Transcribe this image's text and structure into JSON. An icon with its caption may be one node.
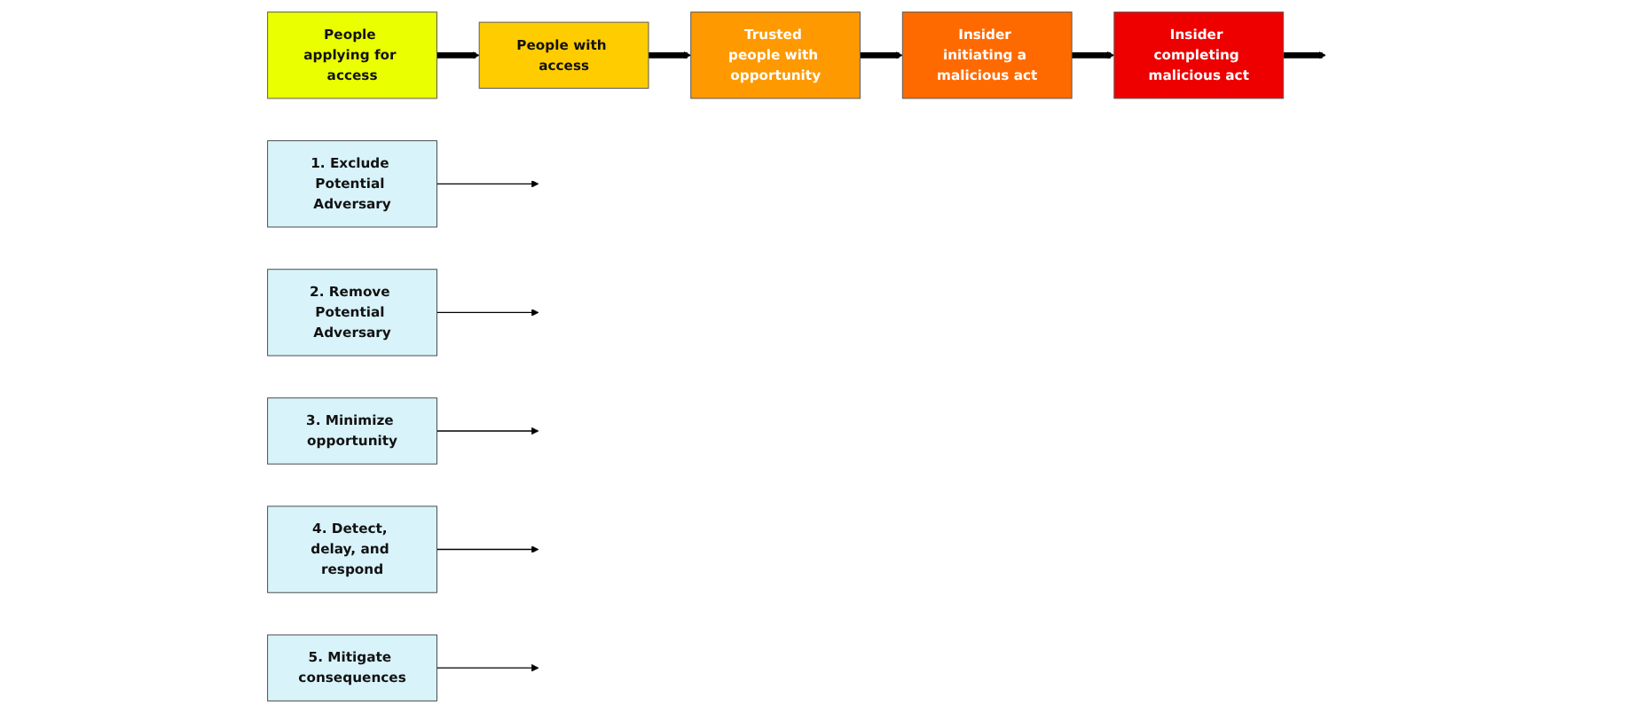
{
  "diagram": {
    "nodes": [
      {
        "text": [
          "People applying for access"
        ]
      },
      {
        "text": [
          "1. Exclude Potential Adversary"
        ]
      },
      {
        "text": [
          "People with access"
        ]
      },
      {
        "text": [
          "2. Remove Potential Adversary"
        ]
      },
      {
        "text": [
          "Trusted people with opportunity"
        ]
      },
      {
        "text": [
          "3. Minimize opportunity"
        ]
      },
      {
        "text": [
          "Insider initiating a malicious act"
        ]
      },
      {
        "text": [
          "4. Detect, delay, and respond"
        ]
      },
      {
        "text": [
          "Insider completing malicious act"
        ]
      },
      {
        "text": [
          "5. Mitigate consequences"
        ]
      }
    ],
    "edges": [
      {
        "from": 0,
        "to": 2,
        "arrow": "to",
        "style": "thick"
      },
      {
        "from": 2,
        "to": 4,
        "arrow": "to",
        "style": "thick"
      },
      {
        "from": 4,
        "to": 6,
        "arrow": "to",
        "style": "thick"
      },
      {
        "from": 6,
        "to": 8,
        "arrow": "to",
        "style": "thick"
      },
      {
        "from": 8,
        "to": null,
        "arrow": "to",
        "style": "thick"
      },
      {
        "from": 1,
        "to": null,
        "arrow": "to"
      },
      {
        "from": 3,
        "to": null,
        "arrow": "to"
      },
      {
        "from": 5,
        "to": null,
        "arrow": "to"
      },
      {
        "from": 7,
        "to": null,
        "arrow": "to"
      },
      {
        "from": 9,
        "to": null,
        "arrow": "to"
      }
    ]
  }
}
